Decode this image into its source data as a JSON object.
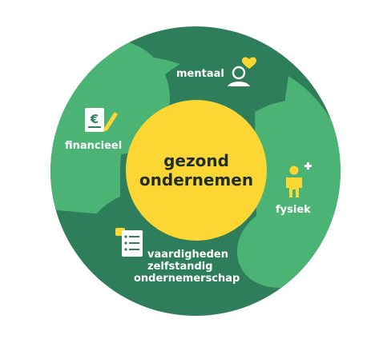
{
  "diagram": {
    "center": {
      "line1": "gezond",
      "line2": "ondernemen"
    },
    "segments": [
      {
        "key": "mentaal",
        "label": "mentaal",
        "icon": "person-heart-icon"
      },
      {
        "key": "fysiek",
        "label": "fysiek",
        "icon": "person-plus-icon"
      },
      {
        "key": "vaardigheden",
        "lines": [
          "vaardigheden",
          "zelfstandig",
          "ondernemerschap"
        ],
        "icon": "checklist-icon"
      },
      {
        "key": "financieel",
        "label": "financieel",
        "icon": "euro-document-icon"
      }
    ]
  },
  "colors": {
    "dark_green": "#2e7d5b",
    "light_green": "#4bb373",
    "yellow": "#fcd734",
    "white": "#ffffff",
    "center_text": "#1f2e28"
  }
}
